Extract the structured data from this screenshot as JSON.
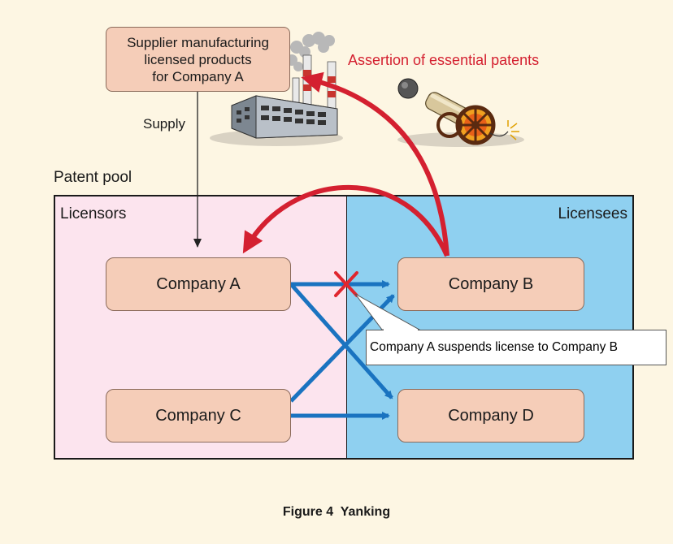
{
  "diagram": {
    "supplier_box": {
      "lines": [
        "Supplier manufacturing",
        "licensed products",
        "for Company A"
      ]
    },
    "supply_label": "Supply",
    "assertion_label": "Assertion of essential patents",
    "patent_pool_label": "Patent pool",
    "licensors_label": "Licensors",
    "licensees_label": "Licensees",
    "companies": {
      "a": "Company A",
      "b": "Company B",
      "c": "Company C",
      "d": "Company D"
    },
    "callout": "Company A suspends license to Company B",
    "caption": "Figure 4  Yanking"
  },
  "colors": {
    "background": "#fdf6e3",
    "licensor_area": "#fce4ee",
    "licensee_area": "#8fd0f0",
    "company_box": "#f5cdb8",
    "license_arrow": "#1a73c0",
    "assertion_arrow": "#d42030",
    "cross_mark": "#e0262e"
  },
  "icons": [
    "factory-icon",
    "cannon-icon",
    "cross-mark-icon"
  ]
}
